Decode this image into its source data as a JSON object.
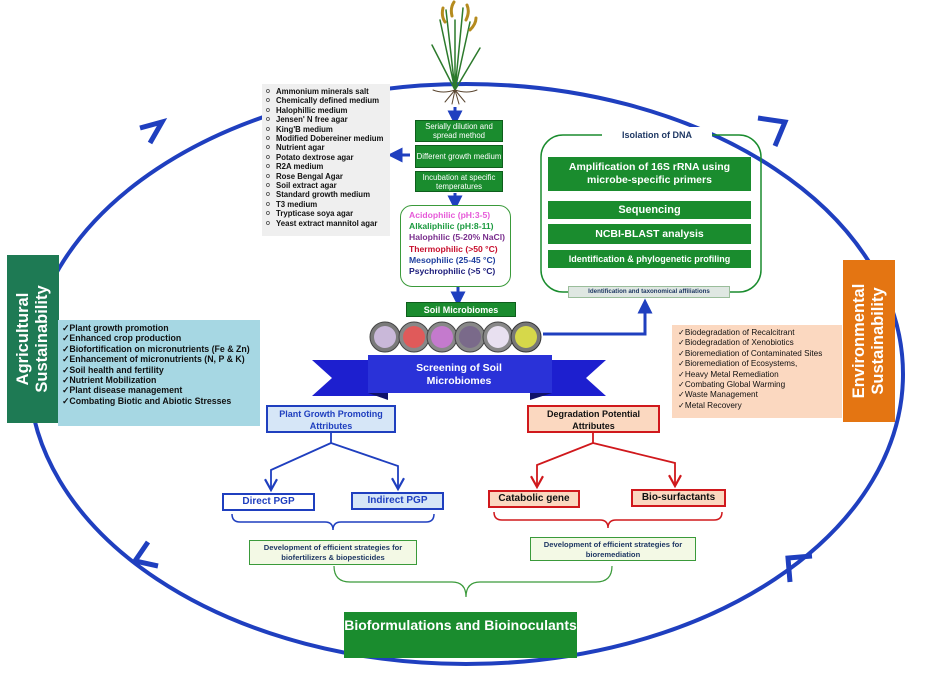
{
  "colors": {
    "blue": "#1f3fbf",
    "green": "#1a8c2e",
    "red": "#d0181c",
    "agri_band": "#1e7a54",
    "env_band": "#e47512",
    "agri_bg": "#a6d7e3",
    "env_bg": "#fbd8c0"
  },
  "icons": [
    "plant-icon",
    "petri-dish-icon"
  ],
  "growth_media": [
    "Ammonium minerals salt",
    "Chemically defined medium",
    "Halophillic medium",
    "Jensen' N  free agar",
    "King'B  medium",
    "Modified Dobereiner medium",
    "Nutrient agar",
    "Potato dextrose agar",
    "R2A medium",
    "Rose Bengal Agar",
    "Soil extract agar",
    "Standard  growth medium",
    "T3 medium",
    "Trypticase soya agar",
    "Yeast extract mannitol agar"
  ],
  "isolation_steps": [
    "Serially dilution and spread  method",
    "Different growth medium",
    "Incubation at specific temperatures"
  ],
  "conditions": [
    {
      "label": "Acidophilic  (pH:3-5)",
      "color": "#e659d8"
    },
    {
      "label": "Alkaliphilic (pH:8-11)",
      "color": "#1a9a3e"
    },
    {
      "label": "Halophilic (5-20% NaCl)",
      "color": "#7a2f8e"
    },
    {
      "label": "Thermophilic (>50 °C)",
      "color": "#c8102e"
    },
    {
      "label": "Mesophilic (25-45 °C)",
      "color": "#1f3f9f"
    },
    {
      "label": "Psychrophilic  (>5 °C)",
      "color": "#1a1a7a"
    }
  ],
  "dna": {
    "title": "Isolation of DNA",
    "steps": [
      "Amplification of 16S rRNA using microbe-specific primers",
      "Sequencing",
      "NCBI-BLAST analysis",
      "Identification & phylogenetic profiling"
    ],
    "affiliation": "Identification and taxonomical affiliations"
  },
  "soil_microbiomes": "Soil Microbiomes",
  "screening": "Screening of Soil Microbiomes",
  "agricultural": {
    "title": "Agricultural Sustainability",
    "items": [
      "Plant growth promotion",
      "Enhanced crop production",
      "Biofortification on micronutrients (Fe & Zn)",
      "Enhancement of micronutrients (N, P & K)",
      "Soil  health and fertility",
      "Nutrient Mobilization",
      "Plant disease management",
      "Combating Biotic and Abiotic Stresses"
    ]
  },
  "environmental": {
    "title": "Environmental Sustainability",
    "items": [
      "Biodegradation of Recalcitrant",
      "Biodegradation of Xenobiotics",
      "Bioremediation of Contaminated Sites",
      "Bioremediation of Ecosystems,",
      "Heavy Metal Remediation",
      "Combating Global Warming",
      "Waste Management",
      "Metal Recovery"
    ]
  },
  "pgp": {
    "title": "Plant Growth Promoting Attributes",
    "direct": "Direct  PGP",
    "indirect": "Indirect PGP",
    "development": "Development of efficient strategies for biofertilizers & biopesticides"
  },
  "degradation": {
    "title": "Degradation Potential Attributes",
    "catabolic": "Catabolic gene",
    "biosurfactants": "Bio-surfactants",
    "development": "Development of efficient strategies for bioremediation"
  },
  "bioformulations": "Bioformulations and Bioinoculants"
}
